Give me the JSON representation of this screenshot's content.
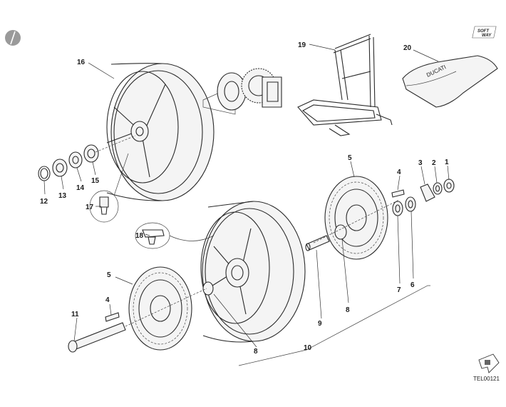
{
  "diagram": {
    "callouts": {
      "c1": "1",
      "c2": "2",
      "c3": "3",
      "c4a": "4",
      "c4b": "4",
      "c5a": "5",
      "c5b": "5",
      "c6": "6",
      "c7": "7",
      "c8a": "8",
      "c8b": "8",
      "c9": "9",
      "c10": "10",
      "c11": "11",
      "c12": "12",
      "c13": "13",
      "c14": "14",
      "c15": "15",
      "c16": "16",
      "c17": "17",
      "c18": "18",
      "c19": "19",
      "c20": "20"
    },
    "reference_code": "TEL00121",
    "cover_text": "DUCATI",
    "brand_line1": "SOFT",
    "brand_line2": "WAY"
  }
}
